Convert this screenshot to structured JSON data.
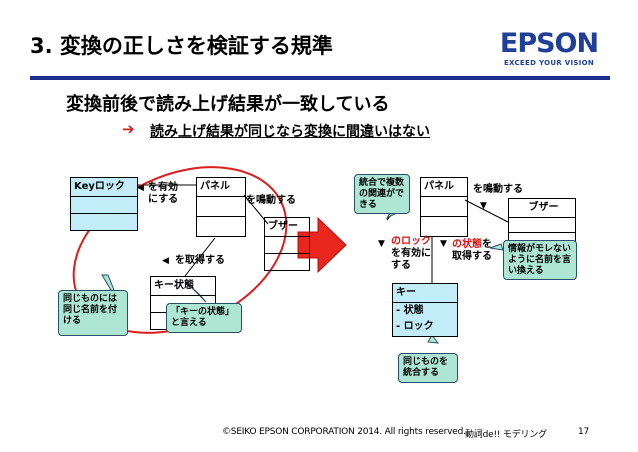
{
  "slide": {
    "title": "3. 変換の正しさを検証する規準",
    "logo": {
      "main": "EPSON",
      "sub": "EXCEED YOUR VISION"
    },
    "heading": "変換前後で読み上げ結果が一致している",
    "bullet_arrow": "➔",
    "sub_text": "読み上げ結果が同じなら変換に間違いはない",
    "footer_copyright": "©SEIKO EPSON CORPORATION 2014. All rights reserved.",
    "footer_tag": "動詞de!! モデリング",
    "page_number": "17"
  },
  "left_diagram": {
    "keylock": "Keyロック",
    "panel": "パネル",
    "buzzer": "ブザー",
    "key_state": "キー状態",
    "label_enable": [
      "を有効",
      "にする"
    ],
    "label_sound": "を鳴動する",
    "label_get": "を取得する",
    "callout_same_name": "同じものには同じ名前を付ける",
    "callout_key_state": "「キーの状態」と言える"
  },
  "right_diagram": {
    "panel": "パネル",
    "buzzer": "ブザー",
    "key": "キー",
    "key_attr_state": "- 状態",
    "key_attr_lock": "- ロック",
    "label_sound": "を鳴動する",
    "label_lock_red": "のロック",
    "label_lock_rest": [
      "を有効に",
      "する"
    ],
    "label_state_red": "の状態",
    "label_state_rest": [
      "を",
      "取得する"
    ],
    "callout_integrate": "統合で複数の関連ができる",
    "callout_rephrase": "情報がモレないように名前を言い換える",
    "callout_merge": "同じものを統合する"
  },
  "icons": {
    "triangle_left": "◀",
    "triangle_down": "▼",
    "big_arrow_color": "#e8261d",
    "callout_fill": "#aee6d4",
    "accent": "#1b2f8f"
  }
}
